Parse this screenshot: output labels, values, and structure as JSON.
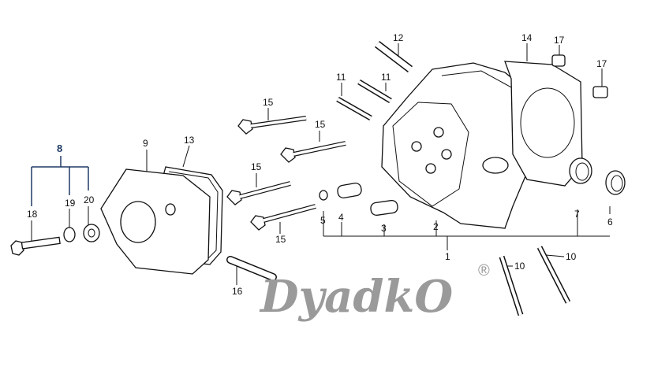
{
  "diagram": {
    "title": "Cylinder head exploded view",
    "watermark": "DyadkO",
    "watermark_mark": "®",
    "accent_color": "#1f3a66",
    "callouts": {
      "c1": "1",
      "c2": "2",
      "c3": "3",
      "c4": "4",
      "c5": "5",
      "c6": "6",
      "c7": "7",
      "c8": "8",
      "c9": "9",
      "c10a": "10",
      "c10b": "10",
      "c11a": "11",
      "c11b": "11",
      "c12": "12",
      "c13": "13",
      "c14": "14",
      "c15a": "15",
      "c15b": "15",
      "c15c": "15",
      "c15d": "15",
      "c16": "16",
      "c17a": "17",
      "c17b": "17",
      "c18": "18",
      "c19": "19",
      "c20": "20"
    }
  }
}
